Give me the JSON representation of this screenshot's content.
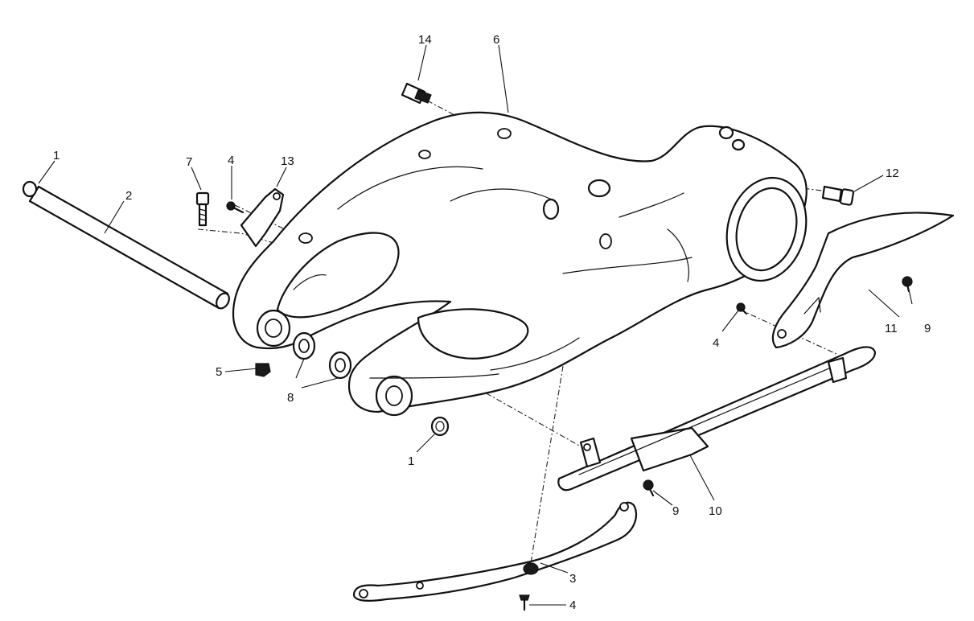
{
  "diagram": {
    "callouts": {
      "c1a": "1",
      "c1b": "1",
      "c2": "2",
      "c3": "3",
      "c4a": "4",
      "c4b": "4",
      "c4c": "4",
      "c5": "5",
      "c6": "6",
      "c7": "7",
      "c8": "8",
      "c9a": "9",
      "c9b": "9",
      "c10": "10",
      "c11": "11",
      "c12": "12",
      "c13": "13",
      "c14": "14"
    },
    "colors": {
      "line": "#111111",
      "background": "#ffffff"
    }
  }
}
